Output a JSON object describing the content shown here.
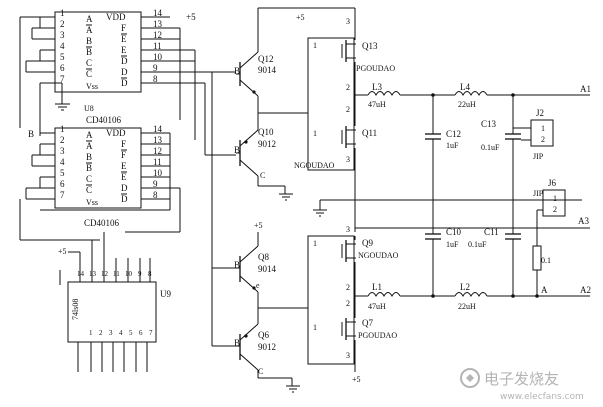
{
  "ic1": {
    "pins_left": [
      "1",
      "2",
      "3",
      "4",
      "5",
      "6",
      "7"
    ],
    "pins_right": [
      "14",
      "13",
      "12",
      "11",
      "10",
      "9",
      "8"
    ],
    "labels_left": [
      "A",
      "A",
      "B",
      "B",
      "C",
      "C",
      "Vss"
    ],
    "labels_right": [
      "VDD",
      "F",
      "E",
      "E",
      "D",
      "D",
      "D"
    ],
    "ref": "U8",
    "part": "CD40106",
    "supply": "+5"
  },
  "ic2": {
    "pins_left": [
      "1",
      "2",
      "3",
      "4",
      "5",
      "6",
      "7"
    ],
    "pins_right": [
      "14",
      "13",
      "12",
      "11",
      "10",
      "9",
      "8"
    ],
    "labels_left": [
      "A",
      "A",
      "B",
      "B",
      "C",
      "C",
      "Vss"
    ],
    "labels_right": [
      "VDD",
      "F",
      "F",
      "E",
      "E",
      "D",
      "D"
    ],
    "part": "CD40106",
    "input": "B"
  },
  "u9": {
    "ref": "U9",
    "part": "74ls08",
    "supply": "+5",
    "top_pins": [
      "14",
      "13",
      "12",
      "11",
      "10",
      "9",
      "8"
    ],
    "bottom_pins": [
      "1",
      "2",
      "3",
      "4",
      "5",
      "6",
      "7"
    ]
  },
  "transistors": {
    "q12": {
      "ref": "Q12",
      "part": "9014"
    },
    "q10": {
      "ref": "Q10",
      "part": "9012"
    },
    "q8": {
      "ref": "Q8",
      "part": "9014"
    },
    "q6": {
      "ref": "Q6",
      "part": "9012"
    },
    "b": "B",
    "c": "C",
    "e": "e",
    "supply": "+5"
  },
  "mosfets": {
    "q13": {
      "ref": "Q13",
      "part": "PGOUDAO"
    },
    "q11": {
      "ref": "Q11",
      "part": "NGOUDAO"
    },
    "q9": {
      "ref": "Q9",
      "part": "NGOUDAO"
    },
    "q7": {
      "ref": "Q7",
      "part": "PGOUDAO"
    },
    "pin1": "1",
    "pin2": "2",
    "pin3": "3",
    "supply": "+5",
    "supply_bottom": "+5"
  },
  "inductors": {
    "l3": {
      "ref": "L3",
      "value": "47uH"
    },
    "l4": {
      "ref": "L4",
      "value": "22uH"
    },
    "l1": {
      "ref": "L1",
      "value": "47uH"
    },
    "l2": {
      "ref": "L2",
      "value": "22uH"
    }
  },
  "capacitors": {
    "c12": {
      "ref": "C12",
      "value": "1uF"
    },
    "c13": {
      "ref": "C13",
      "value": "0.1uF"
    },
    "c10": {
      "ref": "C10",
      "value": "1uF"
    },
    "c11": {
      "ref": "C11",
      "value": "0.1uF"
    }
  },
  "connectors": {
    "j2": {
      "ref": "J2",
      "type": "JIP",
      "pin1": "1",
      "pin2": "2"
    },
    "j6": {
      "ref": "J6",
      "type": "JIP",
      "pin1": "1",
      "pin2": "2"
    }
  },
  "resistor": {
    "value": "0.1"
  },
  "outputs": {
    "a1": "A1",
    "a3": "A3",
    "a2": "A2",
    "a": "A"
  },
  "watermark": {
    "brand": "电子发烧友",
    "url": "www.elecfans.com"
  }
}
